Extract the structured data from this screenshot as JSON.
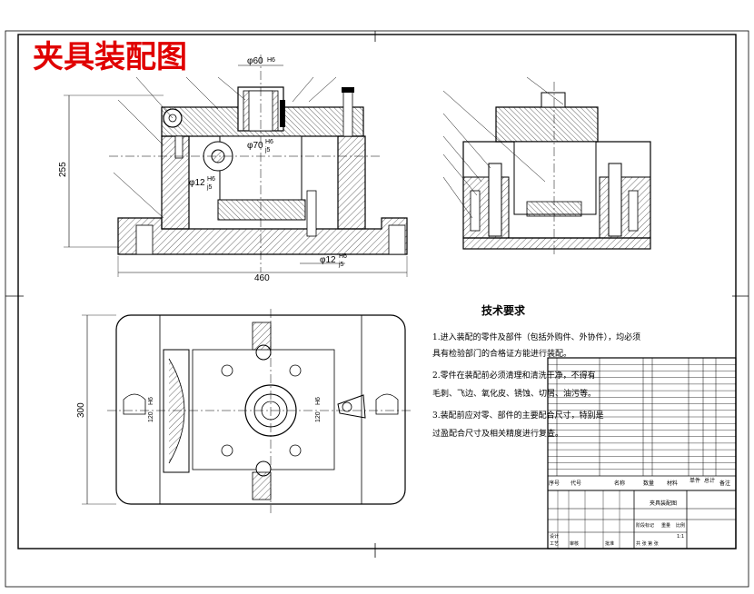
{
  "title": "夹具装配图",
  "dimensions": {
    "d60": "φ60",
    "d60_fit": "H6",
    "d70": "φ70",
    "d70_fit_top": "H6",
    "d70_fit_bot": "j5",
    "d12a": "φ12",
    "d12a_fit_top": "H6",
    "d12a_fit_bot": "j5",
    "d12b": "φ12",
    "d12b_fit_top": "H6",
    "d12b_fit_bot": "j5",
    "height": "255",
    "width": "460",
    "plan_height": "300",
    "d120a": "120",
    "d120a_fit": "H6",
    "d120b": "120",
    "d120b_fit": "H6"
  },
  "tech_notes": {
    "heading": "技术要求",
    "lines": [
      "1.进入装配的零件及部件（包括外购件、外协件），均必须",
      "具有检验部门的合格证方能进行装配。",
      "2.零件在装配前必须清理和清洗干净，不得有",
      "毛刺、飞边、氧化皮、锈蚀、切屑、油污等。",
      "3.装配前应对零、部件的主要配合尺寸，特别是",
      "过盈配合尺寸及相关精度进行复查。"
    ]
  },
  "title_block": {
    "col_headers": [
      "序号",
      "代号",
      "名称",
      "数量",
      "材料",
      "单件",
      "总计",
      "备注"
    ],
    "drawing_name": "夹具装配图",
    "scale_label": "比例",
    "scale_value": "1:1",
    "sheet": "共 张 第 张",
    "designer": "设计",
    "checker": "审核",
    "process": "工艺",
    "approve": "批准",
    "stage": "阶段标记",
    "weight": "重量",
    "ratio": "比例"
  }
}
